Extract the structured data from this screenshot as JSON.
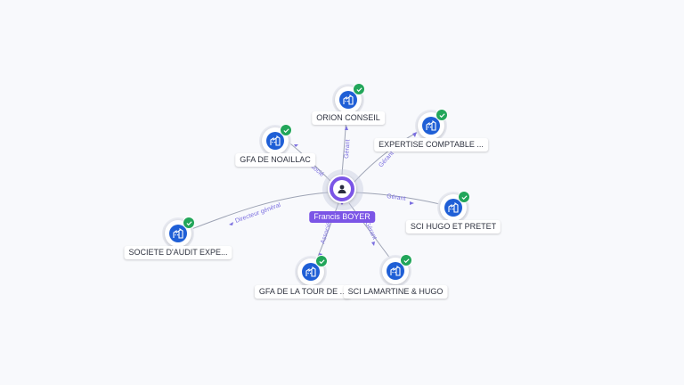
{
  "center": {
    "name": "Francis BOYER",
    "icon": "person-icon"
  },
  "nodes": [
    {
      "id": "orion",
      "label": "ORION CONSEIL",
      "relation": "Gérant",
      "icon": "building-icon",
      "status": "check-icon"
    },
    {
      "id": "expertise",
      "label": "EXPERTISE COMPTABLE ...",
      "relation": "Gérant",
      "icon": "building-icon",
      "status": "check-icon"
    },
    {
      "id": "noaillac",
      "label": "GFA DE NOAILLAC",
      "relation": "Associé",
      "icon": "building-icon",
      "status": "check-icon"
    },
    {
      "id": "hugo",
      "label": "SCI HUGO ET PRETET",
      "relation": "Gérant",
      "icon": "building-icon",
      "status": "check-icon"
    },
    {
      "id": "audit",
      "label": "SOCIETE D'AUDIT EXPE...",
      "relation": "Directeur général",
      "icon": "building-icon",
      "status": "check-icon"
    },
    {
      "id": "tour",
      "label": "GFA DE LA TOUR DE ...",
      "relation": "Associé",
      "icon": "building-icon",
      "status": "check-icon"
    },
    {
      "id": "lamartine",
      "label": "SCI LAMARTINE & HUGO",
      "relation": "Gérant",
      "icon": "building-icon",
      "status": "check-icon"
    }
  ],
  "colors": {
    "accent": "#7b55e6",
    "node": "#1f5fd6",
    "verified": "#22a65a",
    "edge": "#9da3b4",
    "edge_label": "#7b6fe0"
  }
}
